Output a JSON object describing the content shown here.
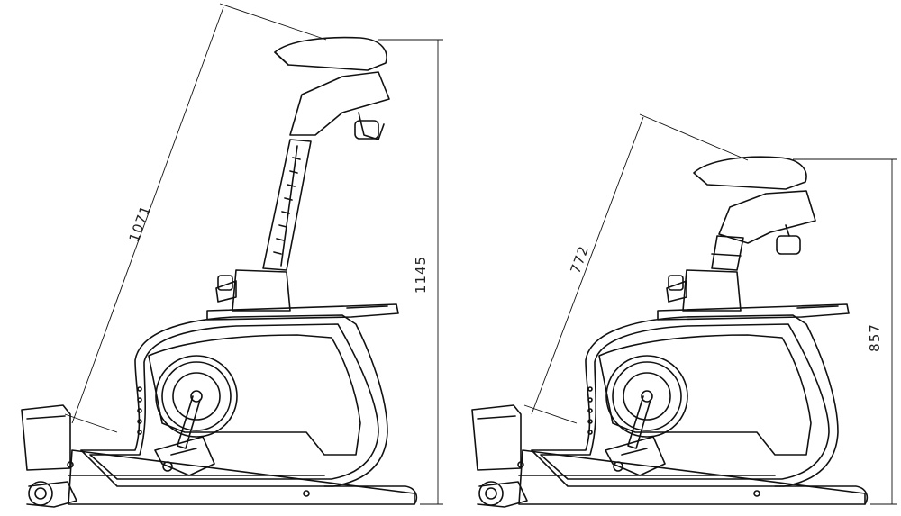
{
  "drawing": {
    "left_bike": {
      "diagonal_dimension": "1071",
      "height_dimension": "1145"
    },
    "right_bike": {
      "diagonal_dimension": "772",
      "height_dimension": "857"
    }
  }
}
